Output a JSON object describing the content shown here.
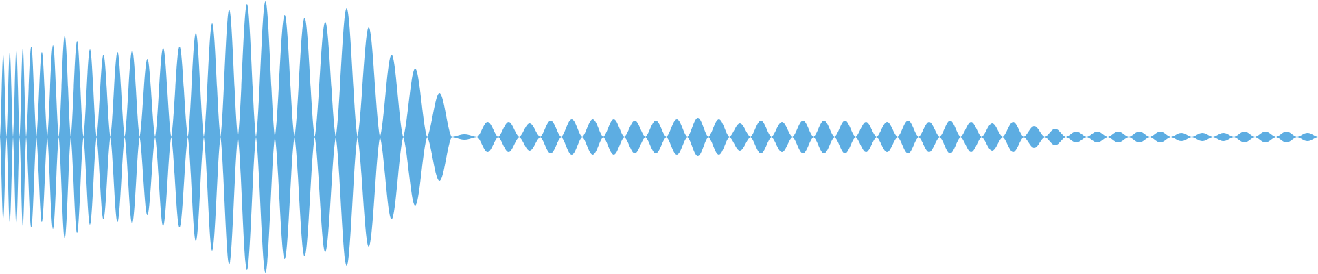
{
  "waveform": {
    "color": "#5dade2",
    "amplitudes": [
      0.6,
      0.62,
      0.63,
      0.65,
      0.66,
      0.62,
      0.67,
      0.74,
      0.7,
      0.64,
      0.6,
      0.62,
      0.63,
      0.57,
      0.65,
      0.66,
      0.76,
      0.83,
      0.93,
      0.97,
      0.99,
      0.89,
      0.87,
      0.84,
      0.94,
      0.8,
      0.6,
      0.5,
      0.32,
      0.02,
      0.11,
      0.11,
      0.1,
      0.12,
      0.13,
      0.13,
      0.13,
      0.12,
      0.12,
      0.13,
      0.14,
      0.13,
      0.1,
      0.12,
      0.11,
      0.12,
      0.12,
      0.12,
      0.11,
      0.11,
      0.12,
      0.11,
      0.12,
      0.11,
      0.1,
      0.11,
      0.08,
      0.06,
      0.04,
      0.04,
      0.04,
      0.04,
      0.04,
      0.03,
      0.03,
      0.03,
      0.04,
      0.04,
      0.04,
      0.03
    ]
  }
}
